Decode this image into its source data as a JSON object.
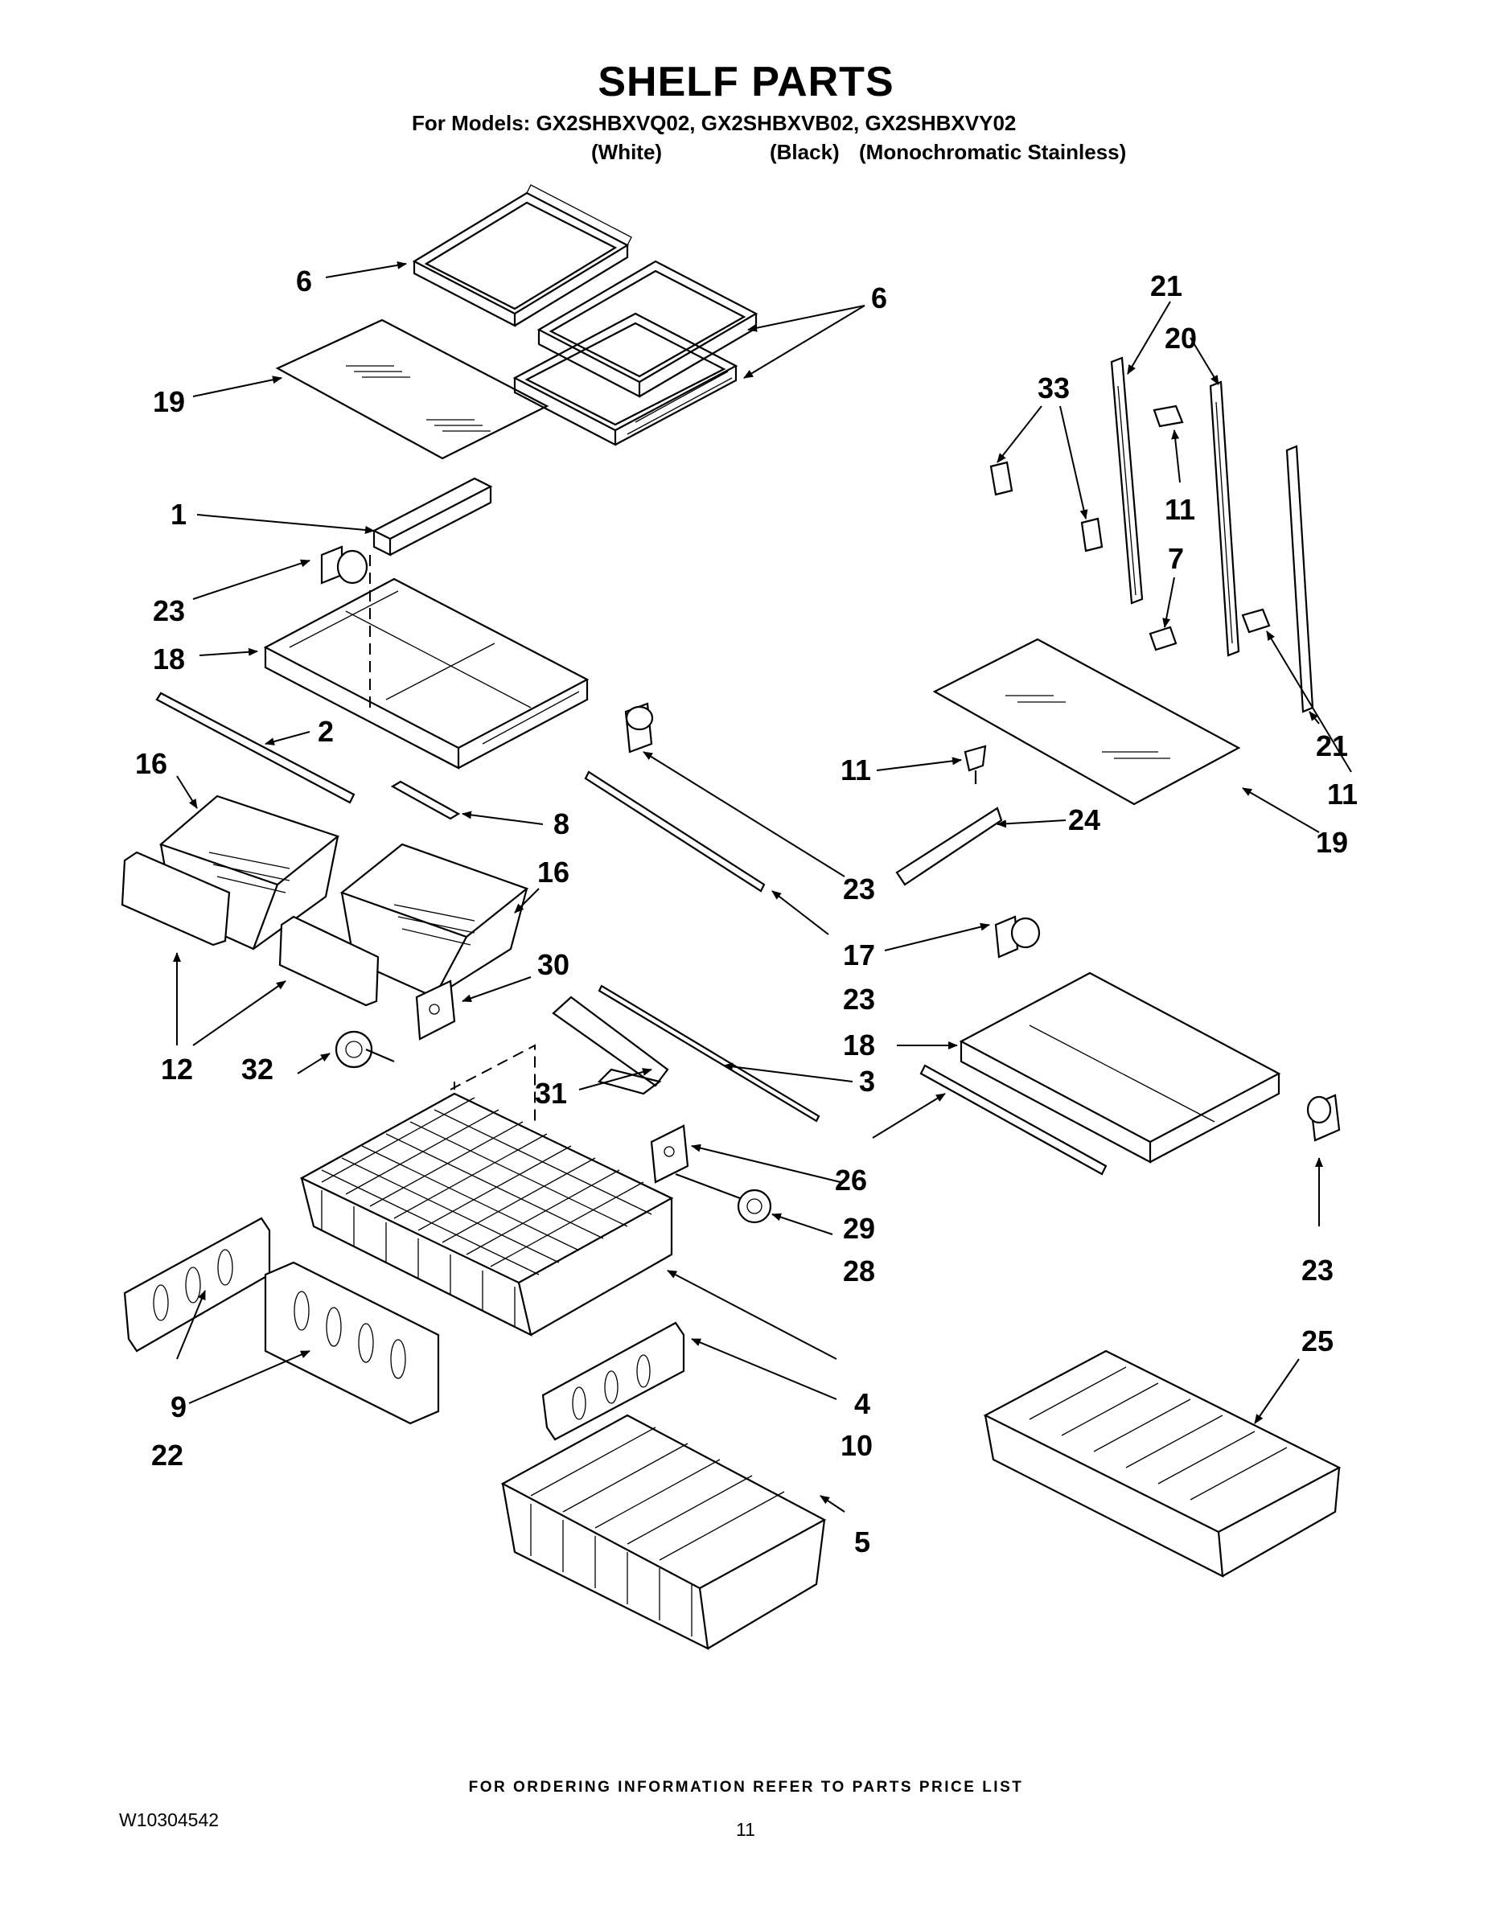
{
  "header": {
    "title": "SHELF PARTS",
    "models_line": "For Models: GX2SHBXVQ02, GX2SHBXVB02, GX2SHBXVY02",
    "variant_white": "(White)",
    "variant_black": "(Black)",
    "variant_stainless": "(Monochromatic Stainless)"
  },
  "callouts": [
    {
      "id": "c1",
      "text": "6"
    },
    {
      "id": "c2",
      "text": "6"
    },
    {
      "id": "c3",
      "text": "19"
    },
    {
      "id": "c4",
      "text": "1"
    },
    {
      "id": "c5",
      "text": "23"
    },
    {
      "id": "c6",
      "text": "18"
    },
    {
      "id": "c7",
      "text": "2"
    },
    {
      "id": "c8",
      "text": "16"
    },
    {
      "id": "c9",
      "text": "8"
    },
    {
      "id": "c10",
      "text": "16"
    },
    {
      "id": "c11",
      "text": "30"
    },
    {
      "id": "c12",
      "text": "12"
    },
    {
      "id": "c13",
      "text": "32"
    },
    {
      "id": "c14",
      "text": "31"
    },
    {
      "id": "c15",
      "text": "3"
    },
    {
      "id": "c16",
      "text": "23"
    },
    {
      "id": "c17",
      "text": "17"
    },
    {
      "id": "c18",
      "text": "21"
    },
    {
      "id": "c19",
      "text": "20"
    },
    {
      "id": "c20",
      "text": "33"
    },
    {
      "id": "c21",
      "text": "11"
    },
    {
      "id": "c22",
      "text": "7"
    },
    {
      "id": "c23",
      "text": "21"
    },
    {
      "id": "c24",
      "text": "11"
    },
    {
      "id": "c25",
      "text": "11"
    },
    {
      "id": "c26",
      "text": "24"
    },
    {
      "id": "c27",
      "text": "19"
    },
    {
      "id": "c28",
      "text": "23"
    },
    {
      "id": "c29",
      "text": "18"
    },
    {
      "id": "c30",
      "text": "26"
    },
    {
      "id": "c31",
      "text": "29"
    },
    {
      "id": "c32",
      "text": "28"
    },
    {
      "id": "c33",
      "text": "23"
    },
    {
      "id": "c34",
      "text": "25"
    },
    {
      "id": "c35",
      "text": "9"
    },
    {
      "id": "c36",
      "text": "22"
    },
    {
      "id": "c37",
      "text": "4"
    },
    {
      "id": "c38",
      "text": "10"
    },
    {
      "id": "c39",
      "text": "5"
    }
  ],
  "footer": {
    "ordering_note": "FOR ORDERING INFORMATION REFER TO PARTS PRICE LIST",
    "document_number": "W10304542",
    "page_number": "11"
  }
}
